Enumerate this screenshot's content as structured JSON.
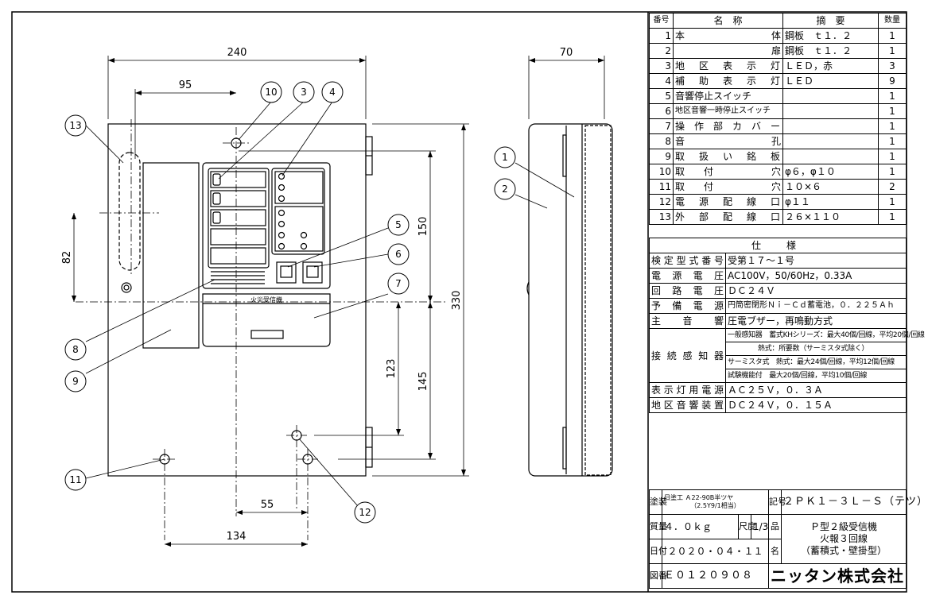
{
  "dimensions": {
    "width_240": "240",
    "width_95": "95",
    "height_150": "150",
    "height_82": "82",
    "height_330": "330",
    "height_123": "123",
    "height_145": "145",
    "width_55": "55",
    "width_134": "134",
    "depth_70": "70"
  },
  "front_label": "火災受信機",
  "balloons": [
    "1",
    "2",
    "3",
    "4",
    "5",
    "6",
    "7",
    "8",
    "9",
    "10",
    "11",
    "12",
    "13"
  ],
  "parts_table": {
    "headers": {
      "no": "番号",
      "name": "名　称",
      "summary": "摘　要",
      "qty": "数量"
    },
    "rows": [
      {
        "no": "1",
        "name_a": "本",
        "name_b": "体",
        "summary": "鋼板　ｔ１．２",
        "qty": "1"
      },
      {
        "no": "2",
        "name_a": "",
        "name_b": "扉",
        "summary": "鋼板　ｔ１．２",
        "qty": "1"
      },
      {
        "no": "3",
        "name": "地区表示灯",
        "summary": "ＬＥＤ，赤",
        "qty": "3"
      },
      {
        "no": "4",
        "name": "補助表示灯",
        "summary": "ＬＥＤ",
        "qty": "9"
      },
      {
        "no": "5",
        "name": "音響停止スイッチ",
        "summary": "",
        "qty": "1"
      },
      {
        "no": "6",
        "name": "地区音響一時停止スイッチ",
        "summary": "",
        "qty": "1"
      },
      {
        "no": "7",
        "name": "操作部カバー",
        "summary": "",
        "qty": "1"
      },
      {
        "no": "8",
        "name_a": "音",
        "name_b": "孔",
        "summary": "",
        "qty": "1"
      },
      {
        "no": "9",
        "name": "取扱い銘板",
        "summary": "",
        "qty": "1"
      },
      {
        "no": "10",
        "name_a": "取　　付",
        "name_b": "穴",
        "summary": "φ６，φ１０",
        "qty": "1"
      },
      {
        "no": "11",
        "name_a": "取　　付",
        "name_b": "穴",
        "summary": "１０×６",
        "qty": "2"
      },
      {
        "no": "12",
        "name": "電源配線口",
        "summary": "φ１１",
        "qty": "1"
      },
      {
        "no": "13",
        "name": "外部配線口",
        "summary": "２６×１１０",
        "qty": "1"
      }
    ]
  },
  "spec_table": {
    "header": "仕　様",
    "rows": [
      {
        "label": "検定型式番号",
        "value": "受第１７～１号"
      },
      {
        "label": "電源電圧",
        "value": "AC100V，50/60Hz，0.33A"
      },
      {
        "label": "回路電圧",
        "value": "ＤＣ２４Ｖ"
      },
      {
        "label": "予備電源",
        "value": "円筒密閉形Ｎｉ－Ｃｄ蓄電池，０．２２５Ａｈ"
      },
      {
        "label": "主音響",
        "value": "圧電ブザー，再鳴動方式"
      }
    ],
    "sensor_label": "接続感知器",
    "sensor_lines": [
      "一般感知器　蓄式KHシリーズ：最大40個/回線，平均20個/回線",
      "熱式：所要数（サーミスタ式除く）",
      "サーミスタ式　熱式：最大24個/回線，平均12個/回線",
      "試験機能付　最大20個/回線，平均10個/回線"
    ],
    "rows_after": [
      {
        "label": "表示灯用電源",
        "value": "ＡＣ２５Ｖ，０．３Ａ"
      },
      {
        "label": "地区音響装置",
        "value": "ＤＣ２４Ｖ，０．１５Ａ"
      }
    ]
  },
  "title_block": {
    "paint_label": "塗装",
    "paint_value_1": "日塗工 Ａ22-90B半ツヤ",
    "paint_value_2": "（2.5Y9/1相当）",
    "code_label": "記号",
    "code_value": "２ＰＫ１－３Ｌ－Ｓ（テツ）",
    "mass_label": "質量",
    "mass_value": "４．０ｋｇ",
    "scale_label": "尺度",
    "scale_value": "1/3",
    "product_label": "品",
    "product_name": [
      "Ｐ型２級受信機",
      "火報３回線",
      "（蓄積式・壁掛型）"
    ],
    "date_label": "日付",
    "date_value": "２０２０・０４・１１",
    "name_label": "名",
    "drawing_no_label": "図番",
    "drawing_no": "Ｅ０１２０９０８",
    "maker": "ニッタン株式会社"
  }
}
